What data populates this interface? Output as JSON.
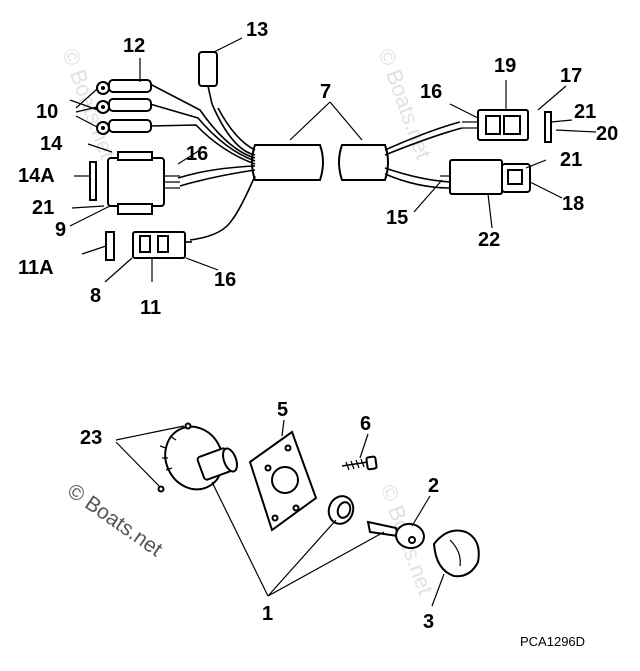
{
  "labels": {
    "l1": "1",
    "l2": "2",
    "l3": "3",
    "l5": "5",
    "l6": "6",
    "l7": "7",
    "l8": "8",
    "l9": "9",
    "l10": "10",
    "l11": "11",
    "l11a": "11A",
    "l12": "12",
    "l13": "13",
    "l14": "14",
    "l14a": "14A",
    "l15": "15",
    "l16a": "16",
    "l16b": "16",
    "l16c": "16",
    "l17": "17",
    "l18": "18",
    "l19": "19",
    "l20": "20",
    "l21a": "21",
    "l21b": "21",
    "l21c": "21",
    "l22": "22",
    "l23": "23"
  },
  "watermark": {
    "main": "© Boats.net",
    "faint": "© Boats.net"
  },
  "part_code": "PCA1296D"
}
